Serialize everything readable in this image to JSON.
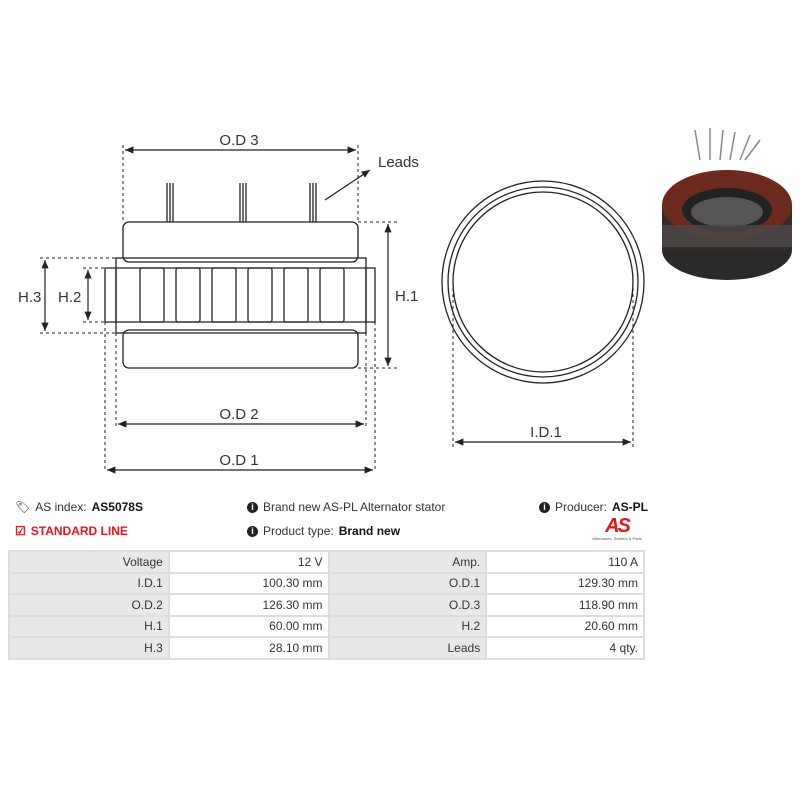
{
  "diagram": {
    "od3": "O.D 3",
    "leads": "Leads",
    "h1": "H.1",
    "h2": "H.2",
    "h3": "H.3",
    "od2": "O.D 2",
    "od1": "O.D 1",
    "id1": "I.D.1"
  },
  "info": {
    "as_index_label": "AS index:",
    "as_index_value": "AS5078S",
    "standard_line": "STANDARD LINE",
    "description": "Brand new AS-PL Alternator stator",
    "product_type_label": "Product type:",
    "product_type_value": "Brand new",
    "producer_label": "Producer:",
    "producer_value": "AS-PL",
    "logo_text": "AS",
    "logo_tagline": "Alternators, Starters & Parts",
    "accent": "#e3161e"
  },
  "specs": [
    {
      "l1": "Voltage",
      "v1": "12 V",
      "l2": "Amp.",
      "v2": "110 A"
    },
    {
      "l1": "I.D.1",
      "v1": "100.30 mm",
      "l2": "O.D.1",
      "v2": "129.30 mm"
    },
    {
      "l1": "O.D.2",
      "v1": "126.30 mm",
      "l2": "O.D.3",
      "v2": "118.90 mm"
    },
    {
      "l1": "H.1",
      "v1": "60.00 mm",
      "l2": "H.2",
      "v2": "20.60 mm"
    },
    {
      "l1": "H.3",
      "v1": "28.10 mm",
      "l2": "Leads",
      "v2": "4 qty."
    }
  ]
}
